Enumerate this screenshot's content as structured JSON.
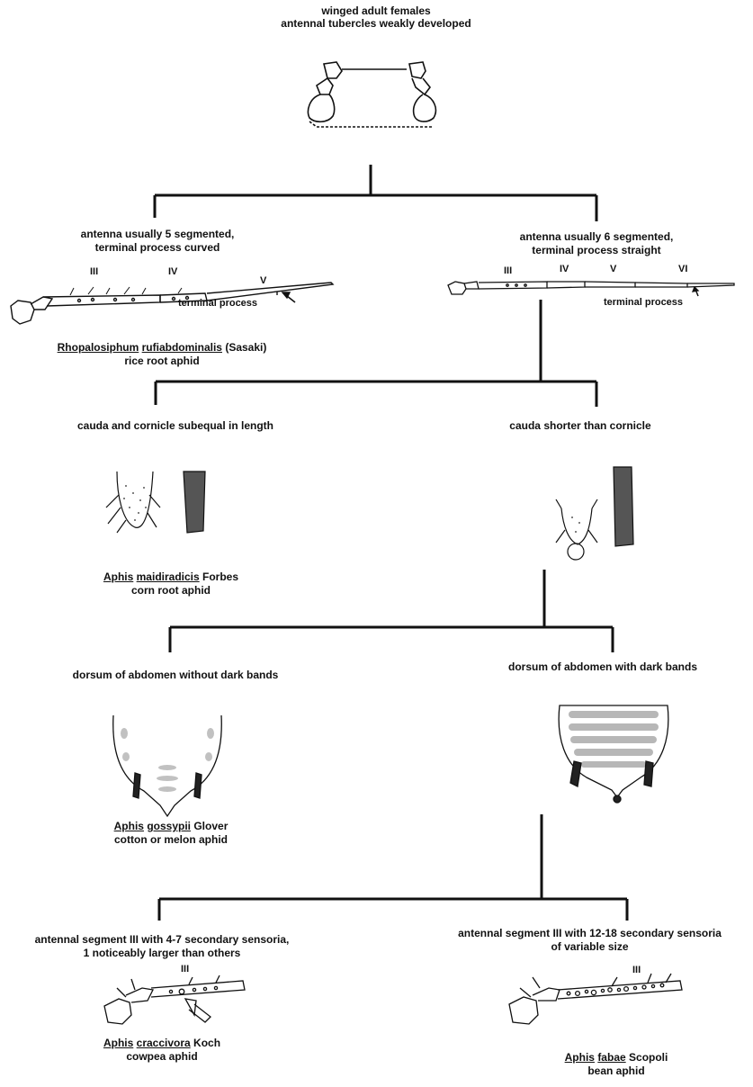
{
  "header": {
    "line1": "winged adult females",
    "line2": "antennal tubercles weakly developed"
  },
  "couplet1": {
    "left": {
      "line1": "antenna usually 5 segmented,",
      "line2": "terminal process curved",
      "segments": [
        "III",
        "IV",
        "V"
      ],
      "pointer": "terminal process",
      "species": {
        "genus": "Rhopalosiphum",
        "epithet": "rufiabdominalis",
        "author": "(Sasaki)",
        "common": "rice root aphid"
      }
    },
    "right": {
      "line1": "antenna usually 6 segmented,",
      "line2": "terminal process straight",
      "segments": [
        "III",
        "IV",
        "V",
        "VI"
      ],
      "pointer": "terminal process"
    }
  },
  "couplet2": {
    "left": {
      "text": "cauda and cornicle subequal in length",
      "species": {
        "genus": "Aphis",
        "epithet": "maidiradicis",
        "author": "Forbes",
        "common": "corn root aphid"
      }
    },
    "right": {
      "text": "cauda shorter than cornicle"
    }
  },
  "couplet3": {
    "left": {
      "text": "dorsum of abdomen without dark bands",
      "species": {
        "genus": "Aphis",
        "epithet": "gossypii",
        "author": "Glover",
        "common": "cotton or melon aphid"
      }
    },
    "right": {
      "text": "dorsum of abdomen with dark bands"
    }
  },
  "couplet4": {
    "left": {
      "line1": "antennal segment III with 4-7 secondary sensoria,",
      "line2": "1 noticeably larger than others",
      "segment": "III",
      "species": {
        "genus": "Aphis",
        "epithet": "craccivora",
        "author": "Koch",
        "common": "cowpea aphid"
      }
    },
    "right": {
      "line1": "antennal segment III with 12-18 secondary sensoria",
      "line2": "of variable size",
      "segment": "III",
      "species": {
        "genus": "Aphis",
        "epithet": "fabae",
        "author": "Scopoli",
        "common": "bean aphid"
      }
    }
  }
}
